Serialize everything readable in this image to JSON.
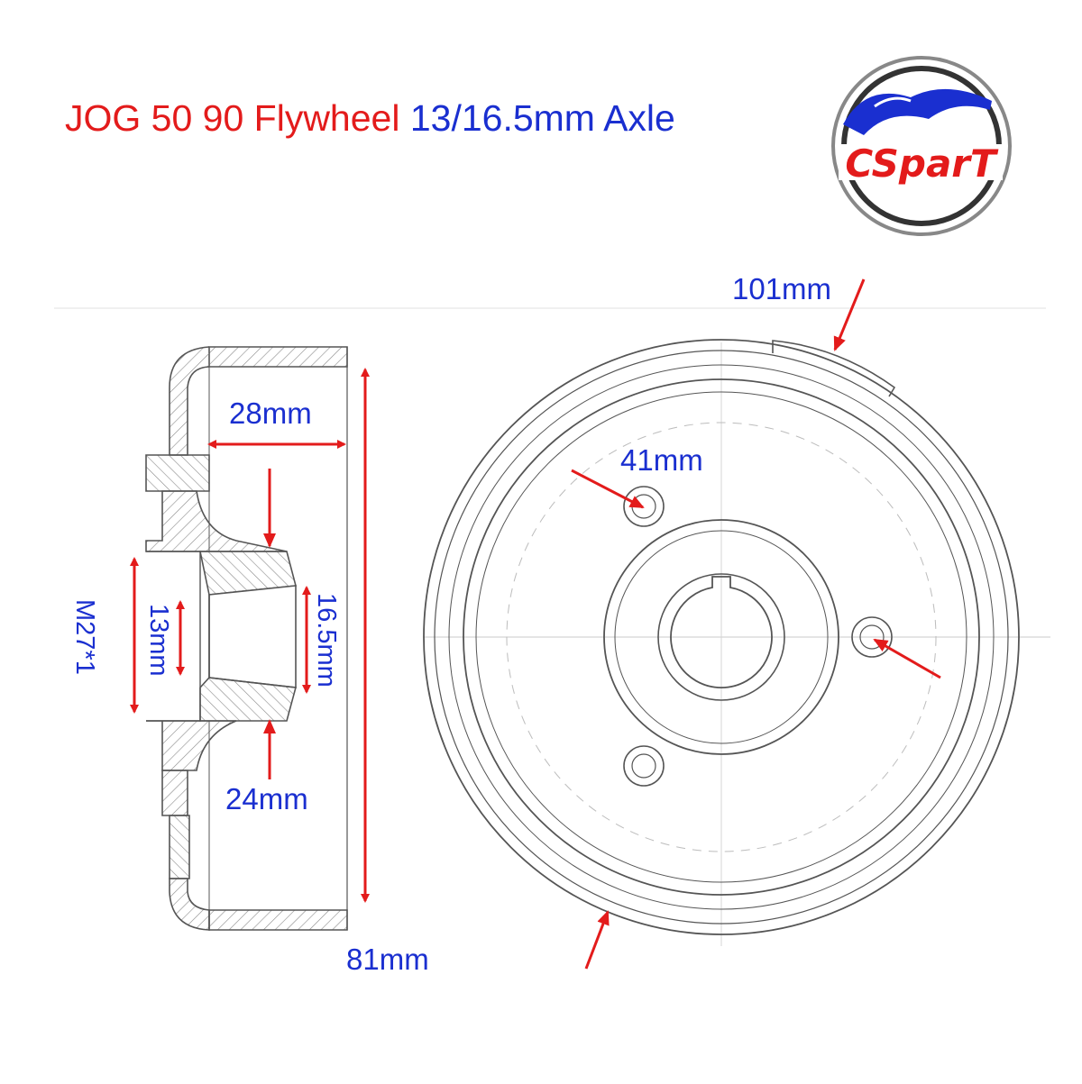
{
  "title": {
    "part_red": "JOG 50 90 Flywheel",
    "part_blue": "13/16.5mm Axle"
  },
  "logo": {
    "text": "CSparT"
  },
  "dimensions": {
    "outer_diameter": "101mm",
    "bolt_circle": "41mm",
    "depth": "28mm",
    "taper_large": "16.5mm",
    "taper_small": "13mm",
    "thread": "M27*1",
    "hub_diameter": "24mm",
    "height": "81mm"
  },
  "colors": {
    "title_red": "#e31b1b",
    "label_blue": "#1a2fd0",
    "arrow_red": "#e31b1b",
    "line_gray": "#555555"
  }
}
